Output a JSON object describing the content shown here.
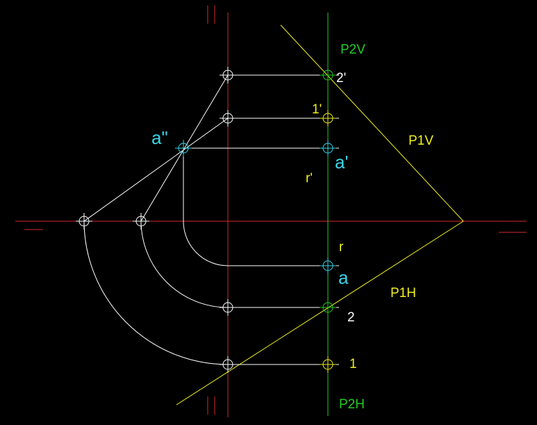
{
  "colors": {
    "background": "#000000",
    "axis": "#d62828",
    "projection": "#ffffff",
    "trace_p1": "#f0f020",
    "plane_p2": "#22cc22",
    "point_a": "#38d6e8",
    "marker_default": "#ffffff",
    "marker_green": "#22cc22",
    "marker_cyan": "#38d6e8"
  },
  "labels": {
    "p2v": "P2V",
    "p1v": "P1V",
    "p1h": "P1H",
    "p2h": "P2H",
    "pt_2_front": "2'",
    "pt_1_front": "1'",
    "pt_a_front": "a'",
    "pt_a_side": "a\"",
    "pt_r_front": "r'",
    "pt_r_top": "r",
    "pt_a_top": "a",
    "pt_2_top": "2",
    "pt_1_top": "1",
    "roman_top": "II",
    "roman_bottom": "II"
  }
}
